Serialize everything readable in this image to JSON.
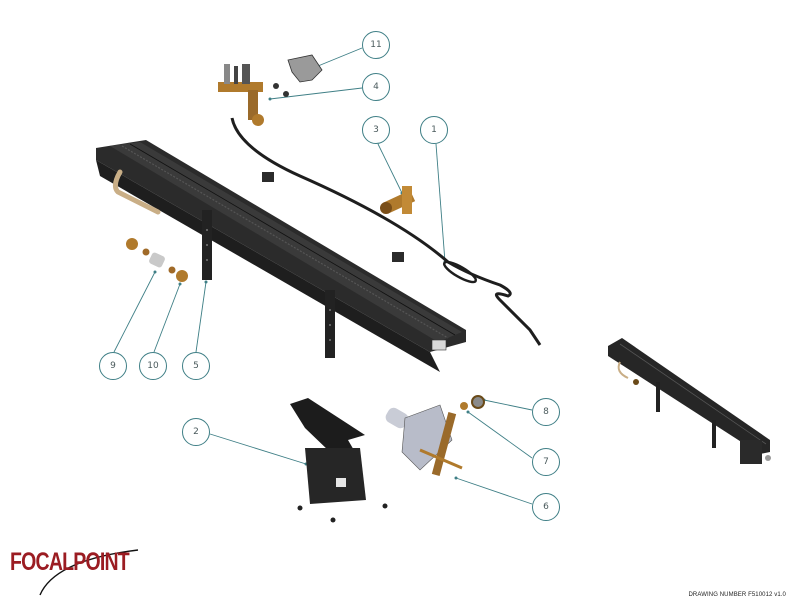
{
  "diagram": {
    "type": "exploded-parts-diagram",
    "subject": "linear gas burner assembly",
    "callouts": [
      {
        "number": "11",
        "part": "pilot shield bracket"
      },
      {
        "number": "4",
        "part": "pilot assembly"
      },
      {
        "number": "3",
        "part": "tee fitting"
      },
      {
        "number": "1",
        "part": "flexible gas line"
      },
      {
        "number": "9",
        "part": "compression fitting"
      },
      {
        "number": "10",
        "part": "compression nut"
      },
      {
        "number": "5",
        "part": "burner mounting bracket"
      },
      {
        "number": "2",
        "part": "valve bracket"
      },
      {
        "number": "8",
        "part": "valve outlet fitting"
      },
      {
        "number": "7",
        "part": "olive"
      },
      {
        "number": "6",
        "part": "gas control valve"
      }
    ],
    "accent_color": "#3f7f86",
    "burner_color": "#2b2b2b",
    "brass_color": "#b07a2c"
  },
  "branding": {
    "logo_text": "FOCALPOINT",
    "logo_color": "#9b1c22"
  },
  "footer": {
    "drawing_number": "DRAWING NUMBER F510012 v1.0"
  }
}
